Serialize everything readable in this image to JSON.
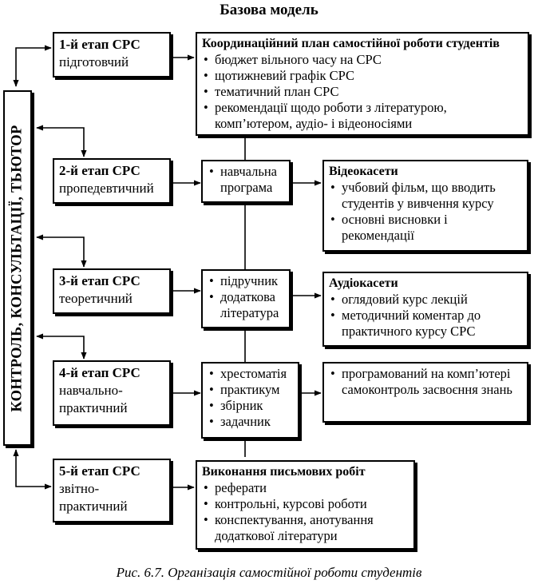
{
  "title": "Базова модель",
  "side_label": "КОНТРОЛЬ, КОНСУЛЬТАЦІЇ, ТЬЮТОР",
  "stages": [
    {
      "name": "1-й етап СРС",
      "desc": "підготовчий"
    },
    {
      "name": "2-й етап СРС",
      "desc": "пропедевтичний"
    },
    {
      "name": "3-й етап СРС",
      "desc": "теоретичний"
    },
    {
      "name": "4-й етап СРС",
      "desc": "навчально-практичний"
    },
    {
      "name": "5-й етап СРС",
      "desc": "звітно-практичний"
    }
  ],
  "coord_plan": {
    "heading": "Координаційний план самостійної роботи студентів",
    "items": [
      "бюджет вільного часу на СРС",
      "щотижневий графік СРС",
      "тематичний план СРС",
      "рекомендації щодо роботи з літературою, комп’ютером, аудіо- і відеоносіями"
    ]
  },
  "mid": {
    "stage2": [
      "навчальна програма"
    ],
    "stage3": [
      "підручник",
      "додаткова література"
    ],
    "stage4": [
      "хрестоматія",
      "практикум",
      "збірник",
      "задачник"
    ]
  },
  "video": {
    "heading": "Відеокасети",
    "items": [
      "учбовий фільм, що вводить студентів у вивчення курсу",
      "основні висновки і рекомендації"
    ]
  },
  "audio": {
    "heading": "Аудіокасети",
    "items": [
      "оглядовий курс лекцій",
      "методичний коментар до практичного курсу СРС"
    ]
  },
  "computer": {
    "items": [
      "програмований на комп’ютері самоконтроль засвоєння знань"
    ]
  },
  "written": {
    "heading": "Виконання письмових робіт",
    "items": [
      "реферати",
      "контрольні, курсові роботи",
      "конспектування, анотування додаткової літератури"
    ]
  },
  "caption": "Рис. 6.7. Організація самостійної роботи студентів"
}
